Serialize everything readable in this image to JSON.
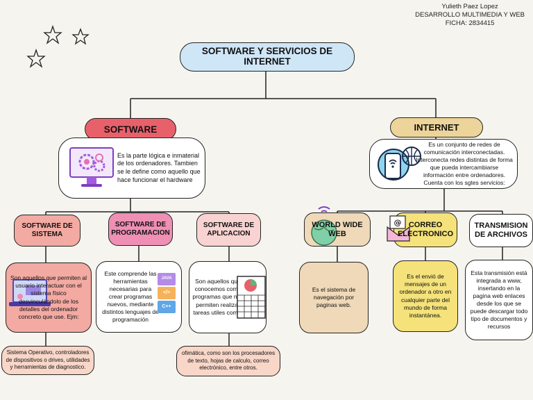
{
  "header": {
    "line1": "Yulieth Paez Lopez",
    "line2": "DESARROLLO MULTIMEDIA Y WEB",
    "line3": "FICHA: 2834415"
  },
  "root": {
    "title": "SOFTWARE Y SERVICIOS DE INTERNET"
  },
  "software": {
    "title": "SOFTWARE",
    "description": "Es la parte lógica e inmaterial de los ordenadores. Tambien se le define como aquello que hace funcionar el hardware",
    "children": [
      {
        "title": "SOFTWARE DE SISTEMA",
        "description": "Son aquellos que permiten al usuario interactuar con el sistema físico desvinculándolo de los detalles del ordenador concreto que use.  Ejm:",
        "example": "Sistema Operativo, controladores de dispositivos o drives, utilidades y herramientas de diagnostico."
      },
      {
        "title": "SOFTWARE DE PROGRAMACION",
        "description": "Este comprende las herramientas necesarias para crear programas nuevos, mediante distintos lenguajes de programación",
        "icon_labels": [
          "JAVA",
          "</>",
          "C++"
        ]
      },
      {
        "title": "SOFTWARE DE APLICACION",
        "description": "Son aquellos que conocemos como programas que nos permiten realizar tareas utiles como:",
        "example": "ofimática, como son los procesadores de texto, hojas de calculo, correo electrónico, entre otros."
      }
    ]
  },
  "internet": {
    "title": "INTERNET",
    "description": "Es un conjunto de redes de comunicación interconectadas. Interconecta redes distintas de forma que pueda intercambiarse información entre ordenadores. Cuenta con los sgtes servicios:",
    "children": [
      {
        "title": "WORLD WIDE WEB",
        "description": "Es el sistema de navegación por paginas web."
      },
      {
        "title": "CORREO ELECTRONICO",
        "description": "Es el envió de mensajes de un ordenador a otro en cualquier parte del mundo de forma instantánea."
      },
      {
        "title": "TRANSMISION DE ARCHIVOS",
        "description": "Esta transmisión está integrada a www, insertando en la pagina web enlaces desde los que se puede descargar todo tipo de documentos y recursos"
      }
    ]
  },
  "colors": {
    "root_fill": "#cfe6f7",
    "software_fill": "#e8616a",
    "internet_fill": "#ecd49a",
    "sub_software_fill": "#f3aaa2",
    "sub_prog_fill": "#ef8fb3",
    "sub_app_fill": "#f8d3d1",
    "sub_www_fill": "#efd9b8",
    "sub_mail_fill": "#f5e27a",
    "sub_ftp_fill": "#ffffff"
  }
}
